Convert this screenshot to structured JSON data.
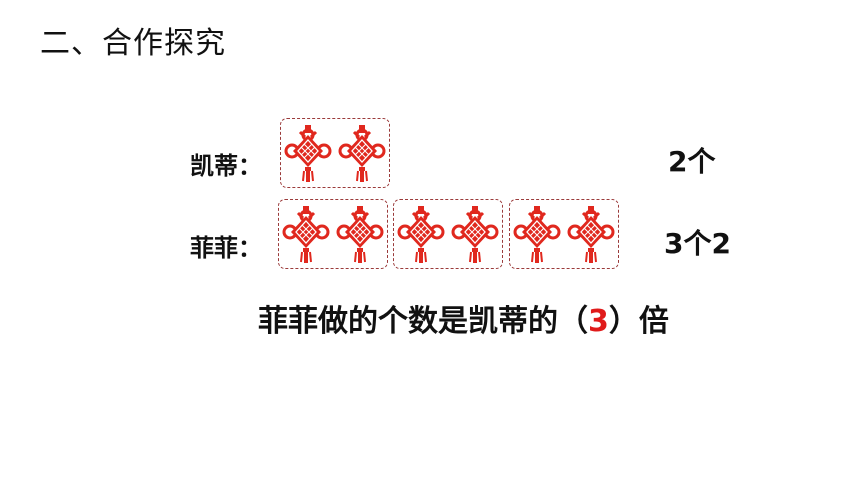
{
  "title": "二、合作探究",
  "rows": [
    {
      "label": "凯蒂：",
      "groups": 1,
      "knots_per_group": 2,
      "count_text": "2个"
    },
    {
      "label": "菲菲：",
      "groups": 3,
      "knots_per_group": 2,
      "count_text": "3个2"
    }
  ],
  "sentence": {
    "prefix": "菲菲做的个数是凯蒂的（",
    "answer": "3",
    "suffix": "）倍"
  },
  "colors": {
    "knot": "#e0281e",
    "border": "#9b3b3b",
    "answer": "#e01b1b"
  },
  "icon": "chinese-knot-icon"
}
